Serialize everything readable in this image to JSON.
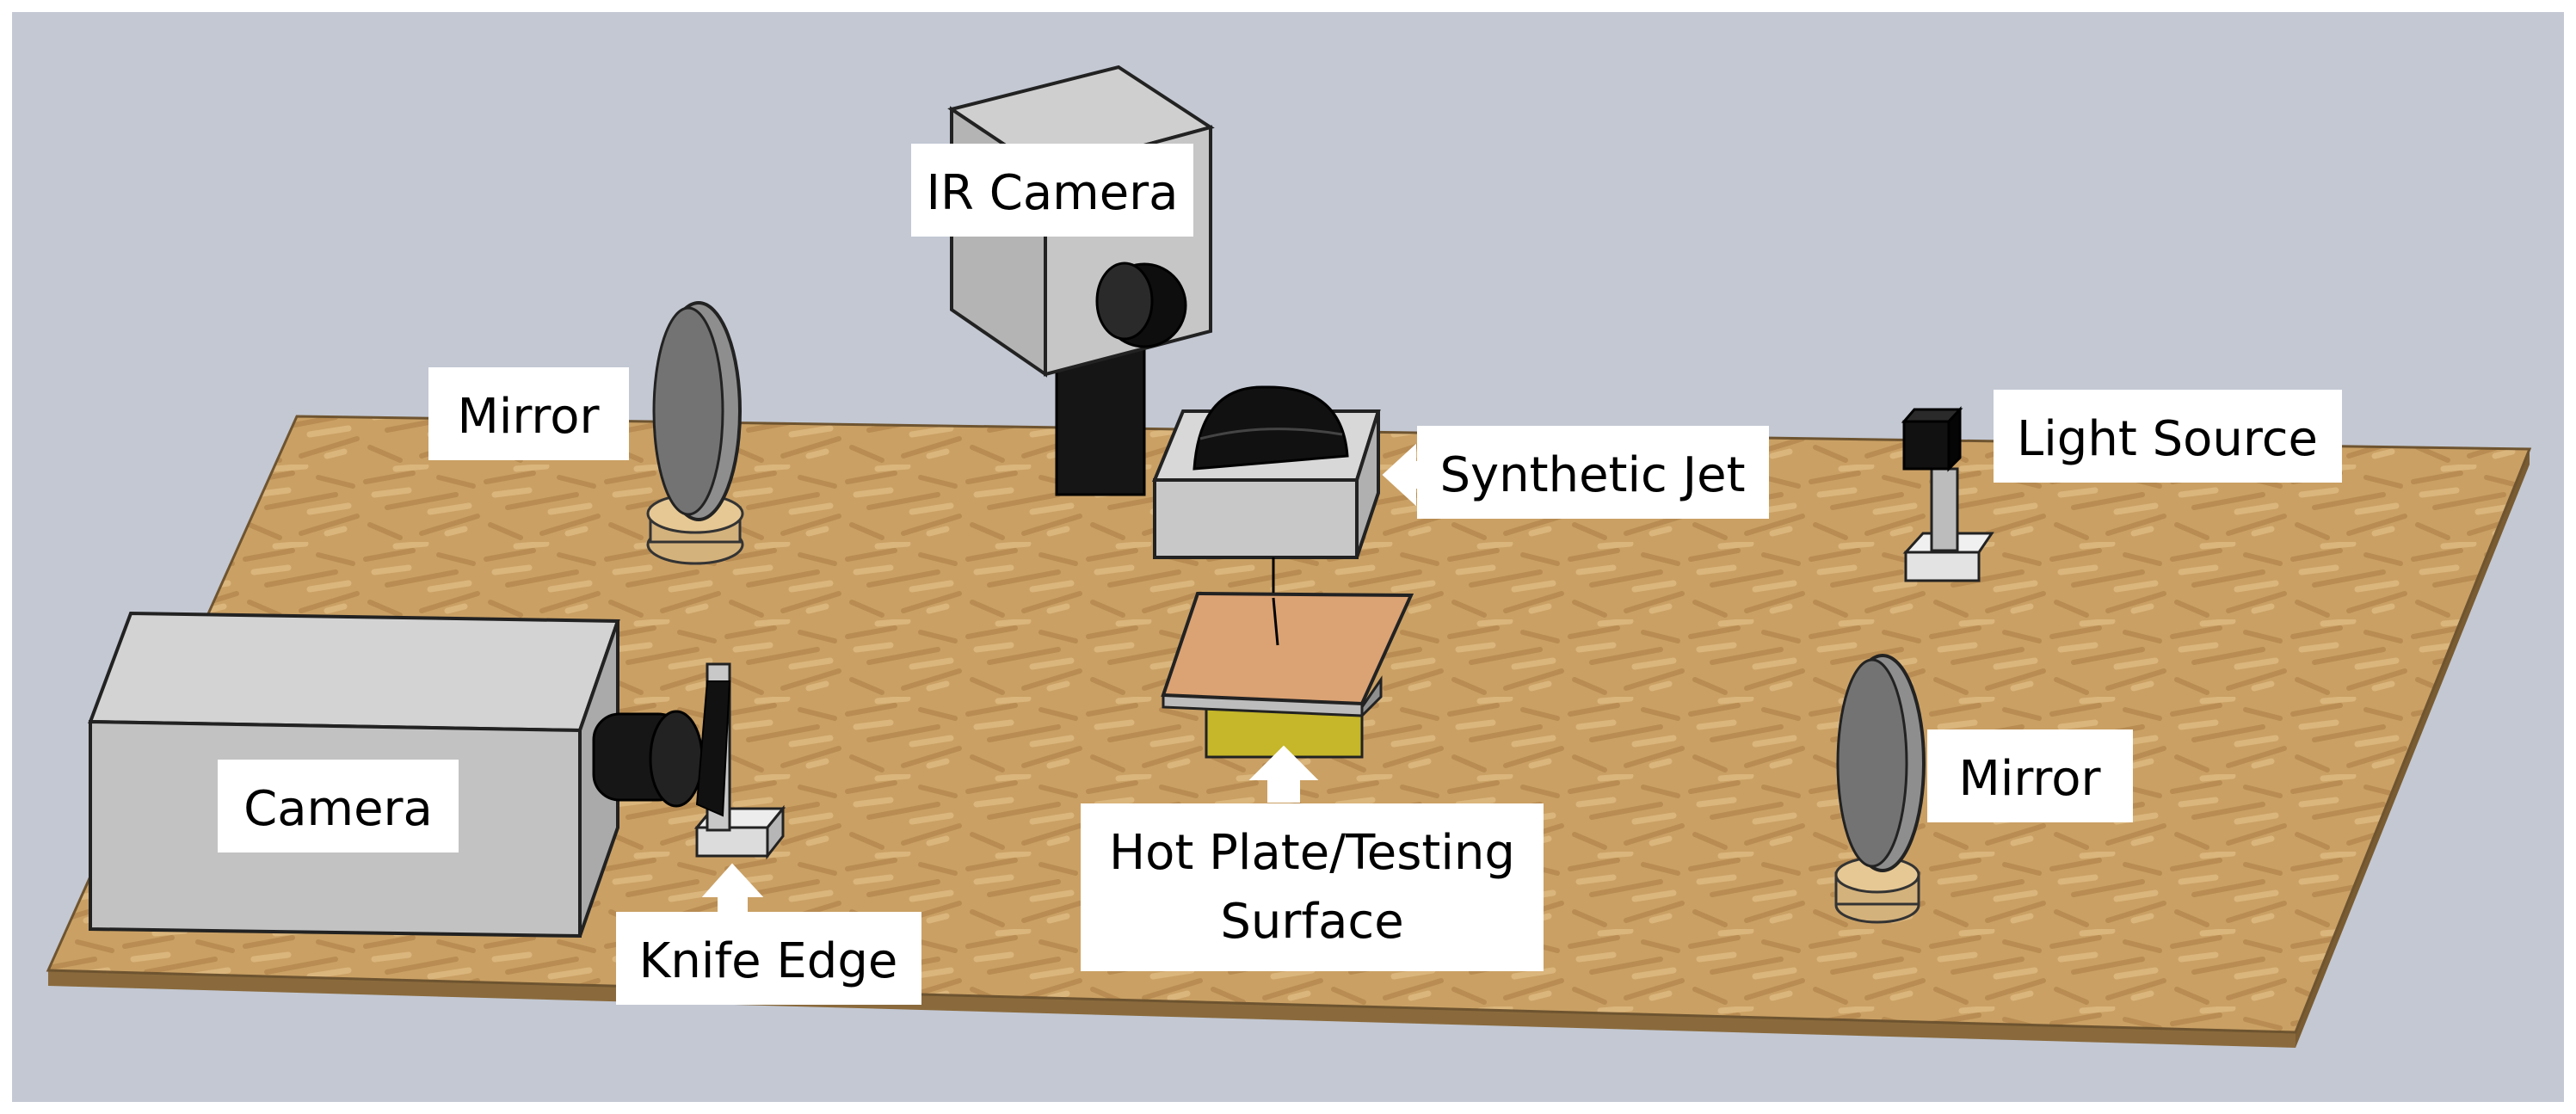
{
  "labels": {
    "ir_camera": "IR Camera",
    "mirror_left": "Mirror",
    "synthetic_jet": "Synthetic Jet",
    "light_source": "Light Source",
    "camera": "Camera",
    "knife_edge": "Knife Edge",
    "hot_plate_line1": "Hot Plate/Testing",
    "hot_plate_line2": "Surface",
    "mirror_right": "Mirror"
  },
  "colors": {
    "background": "#c3c8d3",
    "board_top": "#c99a5a",
    "board_edge": "#8a6a3c",
    "device_gray": "#c9c9c9",
    "device_dark": "#1a1a1a",
    "hot_plate": "#d8a06b",
    "heater": "#c8b830",
    "callout_fill": "#ffffff"
  },
  "icons": [
    "arrow-icon"
  ]
}
